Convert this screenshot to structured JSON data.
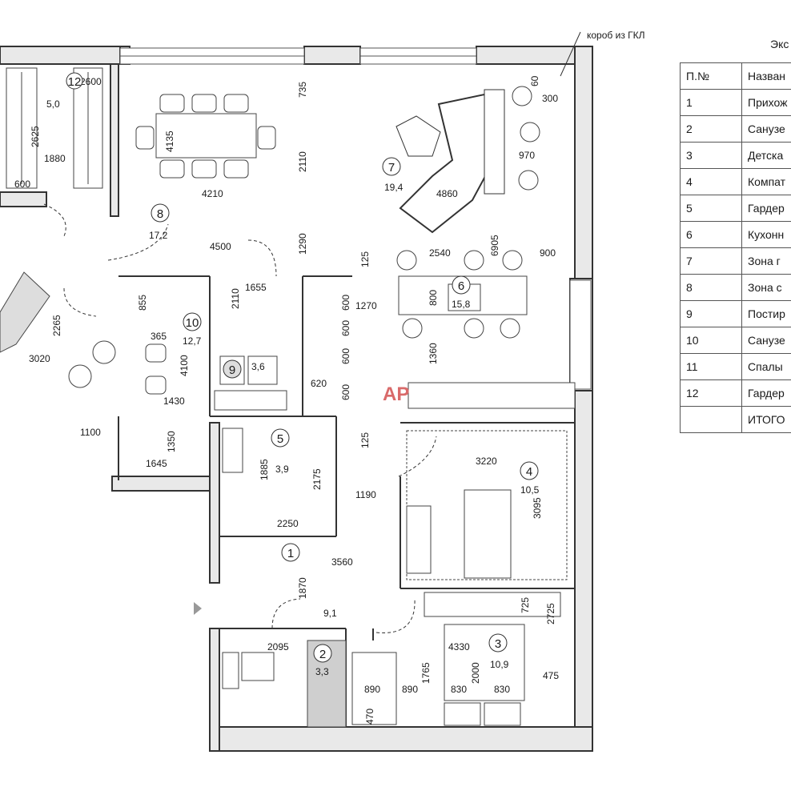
{
  "note_box": "короб из ГКЛ",
  "legend": {
    "title": "Экс",
    "header": [
      "П.№",
      "Назван"
    ],
    "rows": [
      [
        "1",
        "Прихож"
      ],
      [
        "2",
        "Санузе"
      ],
      [
        "3",
        "Детска"
      ],
      [
        "4",
        "Компат"
      ],
      [
        "5",
        "Гардер"
      ],
      [
        "6",
        "Кухонн"
      ],
      [
        "7",
        "Зона г"
      ],
      [
        "8",
        "Зона с"
      ],
      [
        "9",
        "Постир"
      ],
      [
        "10",
        "Санузе"
      ],
      [
        "11",
        "Спалы"
      ],
      [
        "12",
        "Гардер"
      ]
    ],
    "total": "ИТОГО"
  },
  "rooms": [
    {
      "num": "1",
      "area": ""
    },
    {
      "num": "2",
      "area": "3,3"
    },
    {
      "num": "3",
      "area": "10,9"
    },
    {
      "num": "4",
      "area": "10,5"
    },
    {
      "num": "5",
      "area": "3,9"
    },
    {
      "num": "6",
      "area": "15,8"
    },
    {
      "num": "7",
      "area": "19,4"
    },
    {
      "num": "8",
      "area": "17,2"
    },
    {
      "num": "9",
      "area": "3,6"
    },
    {
      "num": "10",
      "area": "12,7"
    },
    {
      "num": "12",
      "area": "5,0"
    }
  ],
  "hall_area": "9,1",
  "dims": [
    "2600",
    "2625",
    "1880",
    "600",
    "735",
    "4135",
    "2110",
    "4210",
    "1290",
    "4500",
    "125",
    "2540",
    "900",
    "6905",
    "970",
    "300",
    "60",
    "4860",
    "2110",
    "1655",
    "855",
    "1270",
    "800",
    "600",
    "600",
    "600",
    "600",
    "1360",
    "620",
    "2265",
    "3020",
    "365",
    "4100",
    "1430",
    "1100",
    "1350",
    "1645",
    "125",
    "1885",
    "2175",
    "2250",
    "3220",
    "3095",
    "1190",
    "3560",
    "1870",
    "725",
    "2725",
    "2095",
    "1765",
    "4330",
    "2000",
    "890",
    "890",
    "830",
    "830",
    "475",
    "470"
  ],
  "watermark": "AP"
}
